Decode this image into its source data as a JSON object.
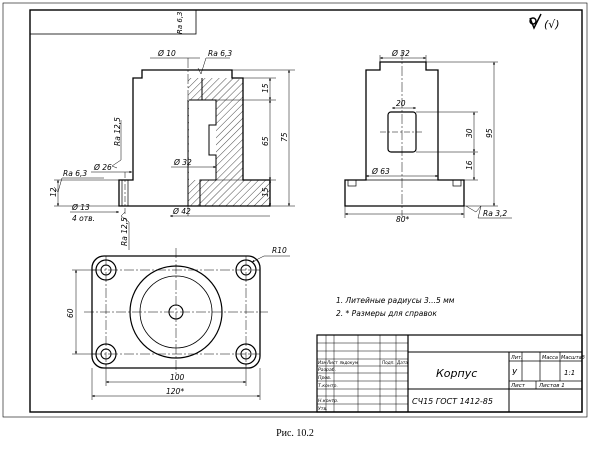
{
  "caption": "Рис. 10.2",
  "roughness": {
    "general_mark": "(√)",
    "top_left_box": "Ra 6,3",
    "ra_63": "Ra 6,3",
    "ra_125": "Ra 12,5",
    "ra_32": "Ra 3,2"
  },
  "front_view": {
    "d10": "Ø 10",
    "d32": "Ø 32",
    "d26": "Ø 26",
    "d42": "Ø 42",
    "d13": "Ø 13",
    "holes_count": "4 отв.",
    "h15_top": "15",
    "h65": "65",
    "h75": "75",
    "h15_bottom": "15",
    "h12": "12"
  },
  "side_view": {
    "d32": "Ø 32",
    "w20": "20",
    "d63": "Ø 63",
    "w80": "80*",
    "h30": "30",
    "h16": "16",
    "h95": "95"
  },
  "plan_view": {
    "r10": "R10",
    "h60": "60",
    "w100": "100",
    "w120": "120*"
  },
  "notes": [
    "1. Литейные радиусы 3...5 мм",
    "2. * Размеры для справок"
  ],
  "title_block": {
    "part_name": "Корпус",
    "material": "СЧ15 ГОСТ 1412-85",
    "col_lit": "Лит.",
    "col_mass": "Масса",
    "col_scale": "Масштаб",
    "lit_value": "У",
    "scale_value": "1:1",
    "sheet": "Лист",
    "sheets": "Листов 1",
    "rows": [
      "Изм",
      "Лист",
      "№докум",
      "Подп.",
      "Дата"
    ],
    "roles": [
      "Разраб.",
      "Пров.",
      "Т.контр.",
      "Н.контр.",
      "Утв."
    ]
  }
}
